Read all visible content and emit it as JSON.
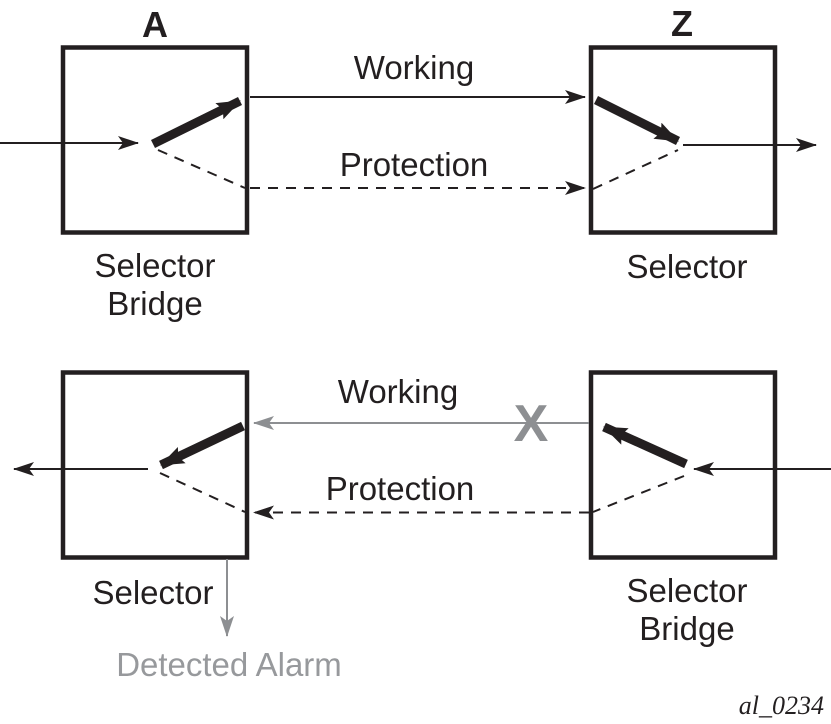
{
  "colors": {
    "ink": "#231f20",
    "gray": "#8d8f92",
    "alarm": "#97999c"
  },
  "diagram": {
    "node_a_title": "A",
    "node_z_title": "Z",
    "top": {
      "working_label": "Working",
      "protection_label": "Protection",
      "node_a_label_line1": "Selector",
      "node_a_label_line2": "Bridge",
      "node_z_label": "Selector"
    },
    "bottom": {
      "working_label": "Working",
      "protection_label": "Protection",
      "failure_mark": "X",
      "node_left_label": "Selector",
      "node_right_label_line1": "Selector",
      "node_right_label_line2": "Bridge",
      "alarm_label": "Detected Alarm"
    },
    "figure_id": "al_0234"
  }
}
